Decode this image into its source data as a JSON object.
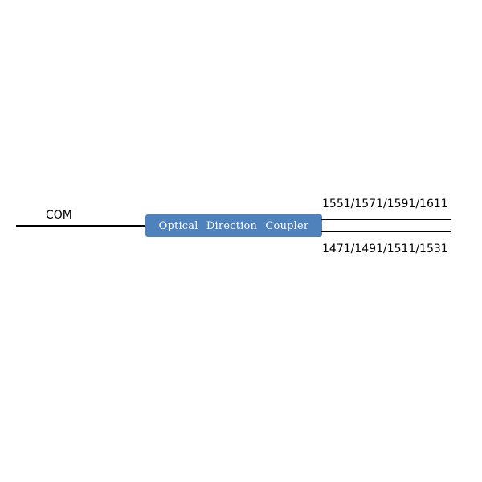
{
  "diagram": {
    "com_label": "COM",
    "coupler_label": "Optical Direction Coupler",
    "upper_port_label": "1551/1571/1591/1611",
    "lower_port_label": "1471/1491/1511/1531",
    "colors": {
      "box": "#4f81bd",
      "line": "#000000",
      "box_text": "#ffffff"
    }
  }
}
